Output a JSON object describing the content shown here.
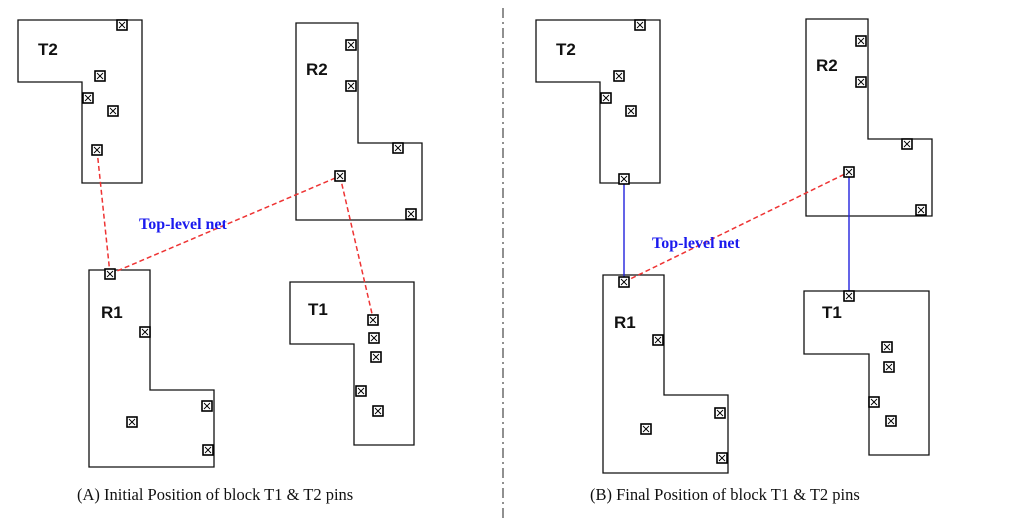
{
  "panels": [
    {
      "id": "A",
      "caption": "(A) Initial Position of block T1 & T2 pins",
      "net_label": "Top-level net",
      "blocks": [
        {
          "id": "T2",
          "label": "T2"
        },
        {
          "id": "R2",
          "label": "R2"
        },
        {
          "id": "R1",
          "label": "R1"
        },
        {
          "id": "T1",
          "label": "T1"
        }
      ],
      "connections": [
        {
          "from": "T2",
          "to": "R1",
          "style": "dashed-red"
        },
        {
          "from": "R1",
          "to": "R2",
          "style": "dashed-red"
        },
        {
          "from": "R2",
          "to": "T1",
          "style": "dashed-red"
        }
      ]
    },
    {
      "id": "B",
      "caption": "(B) Final Position of block T1 & T2 pins",
      "net_label": "Top-level net",
      "blocks": [
        {
          "id": "T2",
          "label": "T2"
        },
        {
          "id": "R2",
          "label": "R2"
        },
        {
          "id": "R1",
          "label": "R1"
        },
        {
          "id": "T1",
          "label": "T1"
        }
      ],
      "connections": [
        {
          "from": "T2",
          "to": "R1",
          "style": "solid-blue"
        },
        {
          "from": "R1",
          "to": "R2",
          "style": "dashed-red"
        },
        {
          "from": "R2",
          "to": "T1",
          "style": "solid-blue"
        }
      ]
    }
  ],
  "colors": {
    "top_level_net": "#ee3333",
    "optimized_connection": "#2222dd",
    "net_label": "#1a1aee"
  }
}
